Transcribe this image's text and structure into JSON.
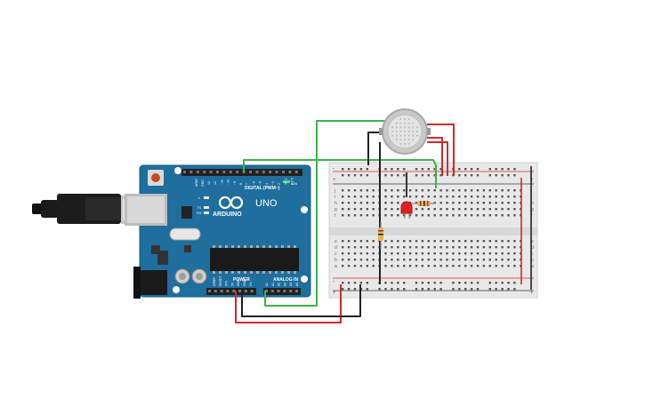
{
  "arduino": {
    "logo": "ARDUINO",
    "model": "UNO",
    "digital_header": "DIGITAL (PWM~)",
    "power_header": "POWER",
    "analog_header": "ANALOG IN",
    "on_label": "ON",
    "tx_label": "TX",
    "rx_label": "RX",
    "l_label": "L",
    "aref_label": "AREF",
    "gnd_label": "GND",
    "ioref_label": "IOREF",
    "reset_label": "RESET",
    "v33_label": "3V3",
    "v5_label": "5V",
    "vin_label": "Vin",
    "digital_pins": [
      "13",
      "12",
      "~11",
      "~10",
      "~9",
      "8",
      "7",
      "~6",
      "~5",
      "4",
      "~3",
      "2",
      "TX 1",
      "RX 0"
    ],
    "analog_pins": [
      "A0",
      "A1",
      "A2",
      "A3",
      "A4",
      "A5"
    ]
  },
  "breadboard": {
    "row_letters_top": [
      "j",
      "i",
      "h",
      "g",
      "f"
    ],
    "row_letters_bottom": [
      "e",
      "d",
      "c",
      "b",
      "a"
    ],
    "plus": "+",
    "minus": "-"
  },
  "colors": {
    "board": "#1e6e9e",
    "wire_red": "#d62828",
    "wire_black": "#222222",
    "wire_green": "#3cb44b",
    "breadboard": "#e8e8e8",
    "led": "#e02020"
  }
}
